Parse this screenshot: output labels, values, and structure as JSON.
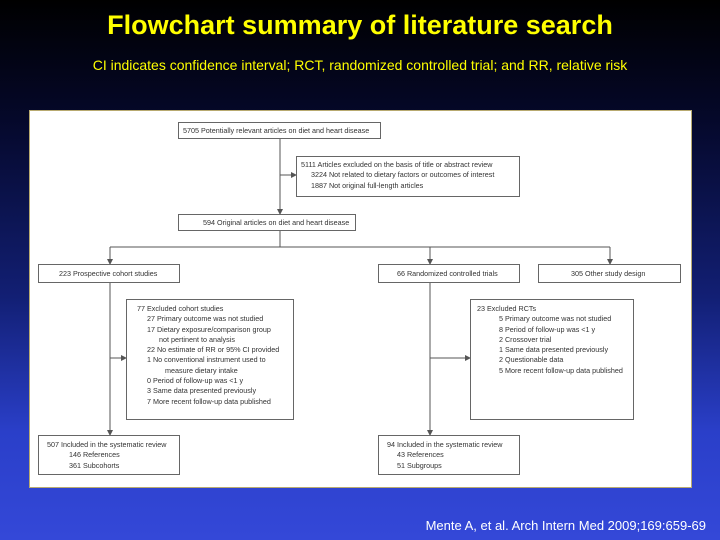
{
  "header": {
    "title": "Flowchart summary of literature search",
    "subtitle": "CI indicates confidence interval; RCT, randomized controlled trial; and RR, relative risk"
  },
  "footer": {
    "citation": "Mente A, et al. Arch Intern Med 2009;169:659-69"
  },
  "flowchart": {
    "initial": "5705 Potentially relevant articles on diet and heart disease",
    "excluded_title": {
      "head": "5111 Articles excluded on the basis of title or abstract review",
      "r1": "3224 Not related to dietary factors or outcomes of interest",
      "r2": "1887 Not original full-length articles"
    },
    "original": "594 Original articles on diet and heart disease",
    "cohort": "223 Prospective cohort studies",
    "rct": "66 Randomized controlled trials",
    "other": "305 Other study design",
    "excluded_cohort": {
      "head": "77 Excluded cohort studies",
      "r1": "27 Primary outcome was not studied",
      "r2a": "17 Dietary exposure/comparison group",
      "r2b": "not pertinent to analysis",
      "r3": "22 No estimate of RR or 95% CI provided",
      "r4a": "1 No conventional instrument used to",
      "r4b": "measure dietary intake",
      "r5": "0 Period of follow-up was <1 y",
      "r6": "3 Same data presented previously",
      "r7": "7 More recent follow-up data published"
    },
    "excluded_rct": {
      "head": "23 Excluded RCTs",
      "r1": "5 Primary outcome was not studied",
      "r2": "8 Period of follow-up was <1 y",
      "r3": "2 Crossover trial",
      "r4": "1 Same data presented previously",
      "r5": "2 Questionable data",
      "r6": "5 More recent follow-up data published"
    },
    "included_cohort": {
      "head": "507 Included in the systematic review",
      "r1": "146 References",
      "r2": "361 Subcohorts"
    },
    "included_rct": {
      "head": "94 Included in the systematic review",
      "r1": "43 References",
      "r2": "51 Subgroups"
    }
  }
}
